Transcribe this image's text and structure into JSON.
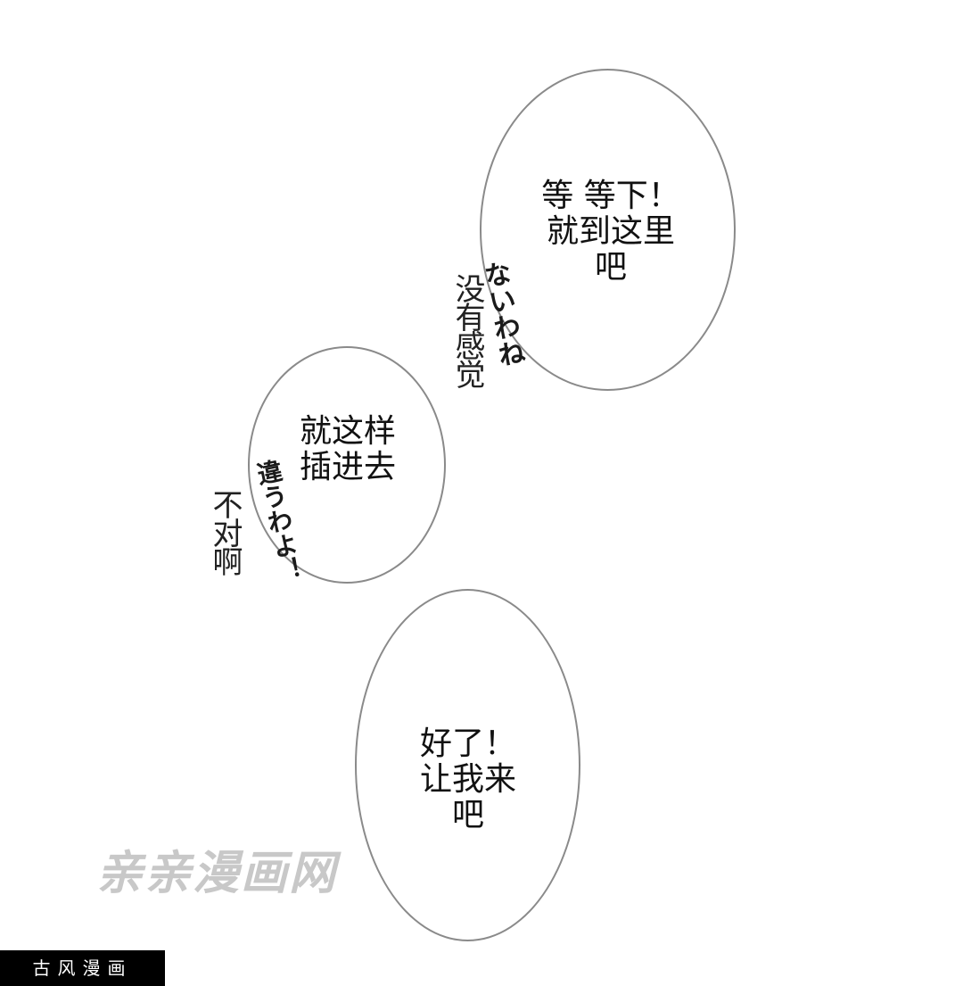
{
  "bubbles": {
    "top_right": {
      "line1": "等  等下！",
      "line2": "就到这里",
      "line3": "吧"
    },
    "middle_left": {
      "line1": "就这样",
      "line2": "插进去"
    },
    "bottom": {
      "line1": "好了！",
      "line2": "让我来",
      "line3": "吧"
    }
  },
  "captions": {
    "no_feeling": "没有感觉",
    "not_right": "不对啊"
  },
  "sfx": {
    "nai_wa_ne": "ないわね",
    "chigau_wa_yo": "違うわよ！"
  },
  "watermark": "亲亲漫画网",
  "footer_badge": "古风漫画"
}
